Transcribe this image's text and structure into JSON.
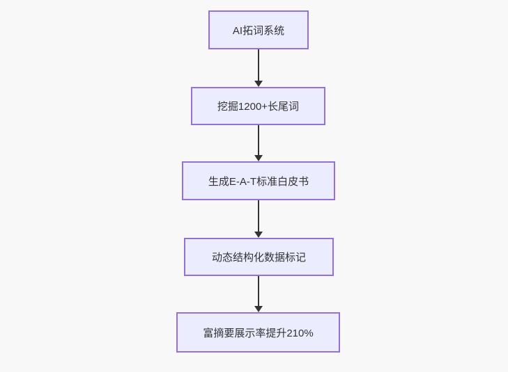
{
  "diagram": {
    "type": "flowchart",
    "direction": "top-down",
    "nodes": [
      {
        "id": "n1",
        "label": "AI拓词系统"
      },
      {
        "id": "n2",
        "label": "挖掘1200+长尾词"
      },
      {
        "id": "n3",
        "label": "生成E-A-T标准白皮书"
      },
      {
        "id": "n4",
        "label": "动态结构化数据标记"
      },
      {
        "id": "n5",
        "label": "富摘要展示率提升210%"
      }
    ],
    "edges": [
      {
        "from": "n1",
        "to": "n2"
      },
      {
        "from": "n2",
        "to": "n3"
      },
      {
        "from": "n3",
        "to": "n4"
      },
      {
        "from": "n4",
        "to": "n5"
      }
    ],
    "colors": {
      "background": "#F8F8F8",
      "node_fill": "#ECECFF",
      "node_border": "#9370DB",
      "edge": "#333333",
      "text": "#333333"
    }
  }
}
